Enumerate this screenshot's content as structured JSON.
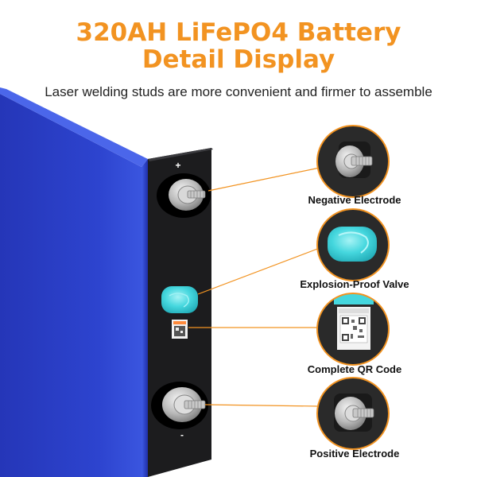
{
  "title": {
    "line1": "320AH LiFePO4 Battery",
    "line2": "Detail Display"
  },
  "subtitle": "Laser welding studs are more convenient and firmer to assemble",
  "terminals": {
    "top_sign": "+",
    "bottom_sign": "-"
  },
  "callouts": [
    {
      "label": "Negative Electrode",
      "icon": "bolt-terminal-icon"
    },
    {
      "label": "Explosion-Proof Valve",
      "icon": "valve-icon"
    },
    {
      "label": "Complete QR Code",
      "icon": "qr-code-icon"
    },
    {
      "label": "Positive Electrode",
      "icon": "bolt-terminal-icon"
    }
  ],
  "colors": {
    "accent": "#f29321",
    "battery_blue": "#2b3fc4",
    "valve_cyan": "#3fd6dd"
  }
}
